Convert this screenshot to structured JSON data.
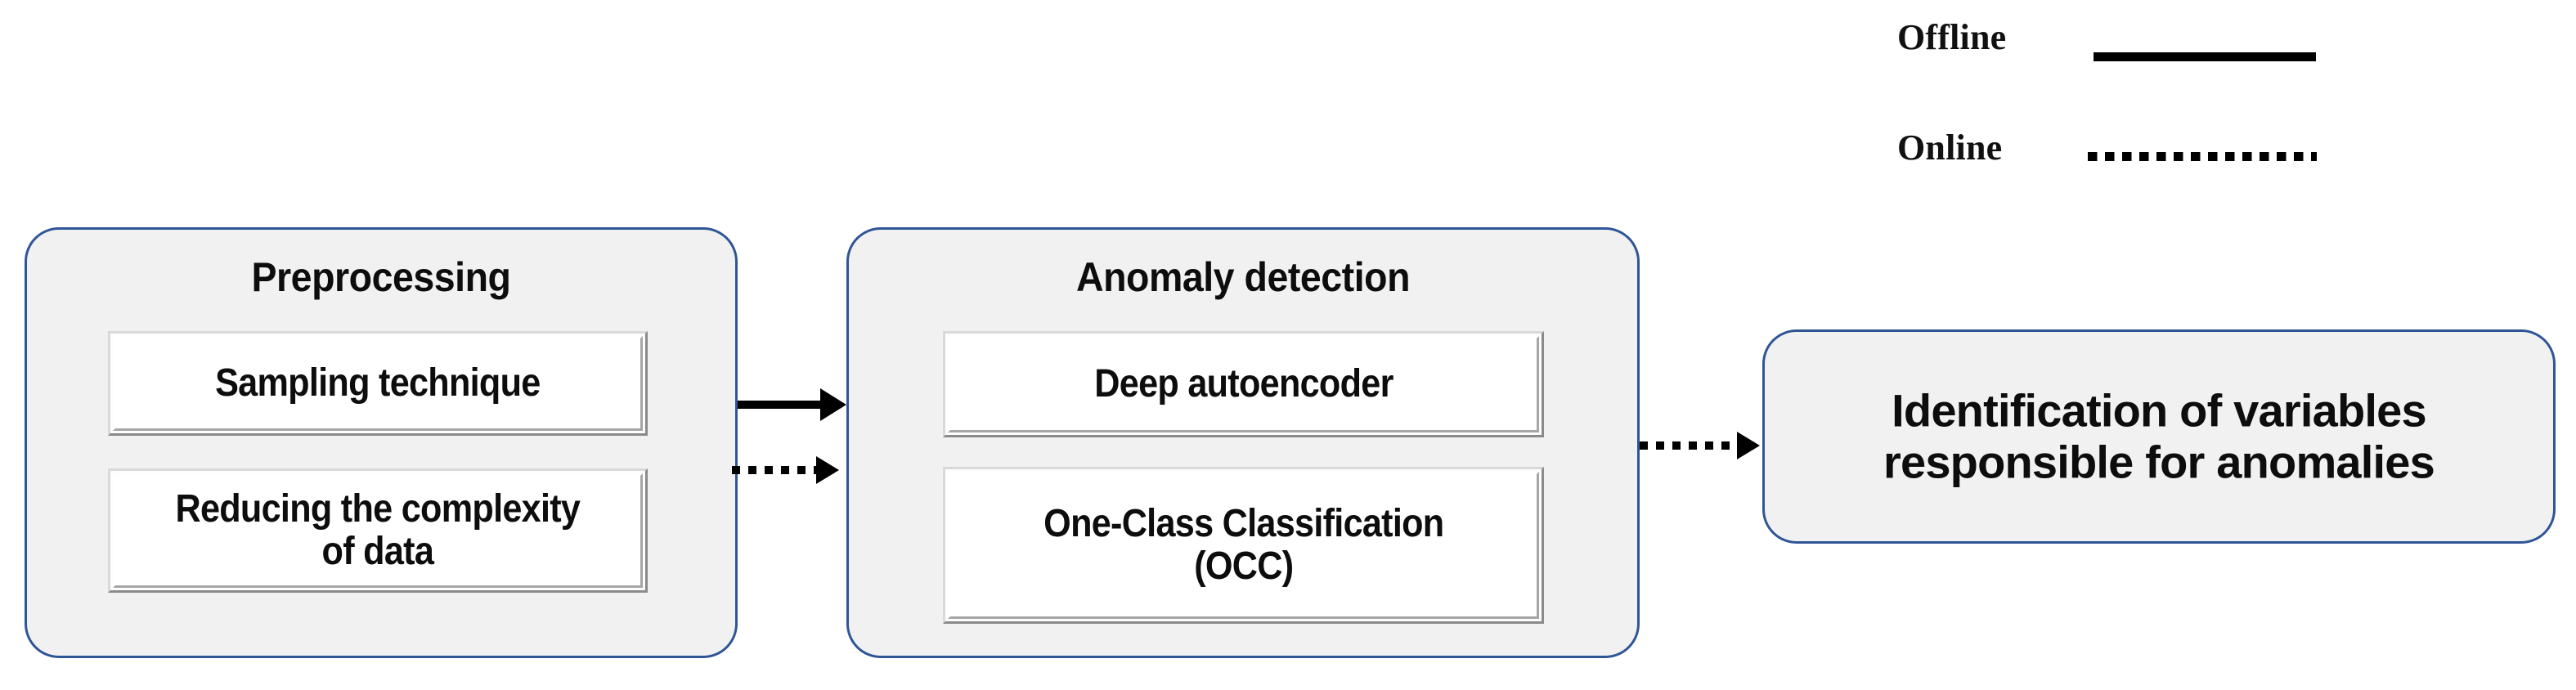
{
  "legend": {
    "items": [
      {
        "label": "Offline",
        "style": "solid"
      },
      {
        "label": "Online",
        "style": "dotted"
      }
    ]
  },
  "stages": [
    {
      "id": "preprocessing",
      "title": "Preprocessing",
      "items": [
        {
          "label": "Sampling technique"
        },
        {
          "label": "Reducing the complexity\nof data"
        }
      ]
    },
    {
      "id": "anomaly-detection",
      "title": "Anomaly detection",
      "items": [
        {
          "label": "Deep autoencoder"
        },
        {
          "label": "One-Class Classification\n(OCC)"
        }
      ]
    },
    {
      "id": "identification",
      "title": "",
      "body": "Identification of variables\nresponsible for anomalies"
    }
  ],
  "connectors": [
    {
      "id": "preprocessing-to-anomaly-solid",
      "style": "solid"
    },
    {
      "id": "preprocessing-to-anomaly-dotted",
      "style": "dotted"
    },
    {
      "id": "anomaly-to-identification-dotted",
      "style": "dotted"
    }
  ],
  "colors": {
    "box_border": "#2f5597",
    "box_fill": "#f1f1f1",
    "inner_fill": "#ffffff",
    "arrow": "#000000",
    "text": "#0d0d0d"
  }
}
